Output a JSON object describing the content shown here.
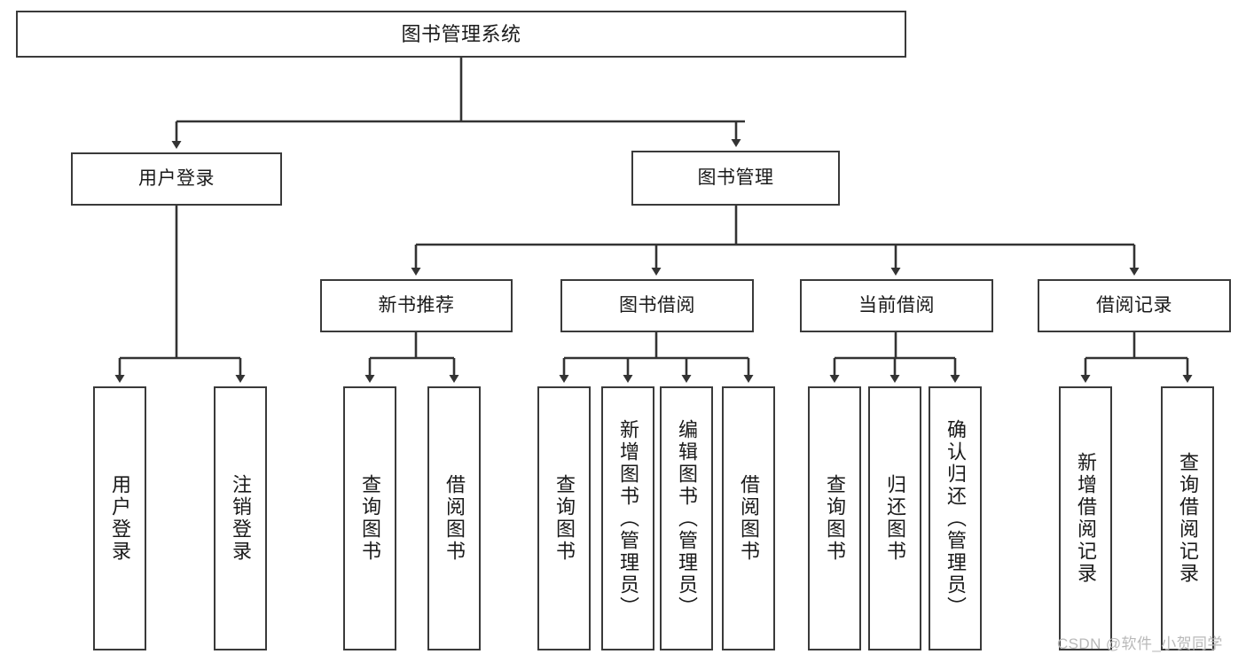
{
  "diagram": {
    "title": "图书管理系统",
    "type": "functional-structure-tree",
    "colors": {
      "node_border": "#3a3a3a",
      "node_fill": "#ffffff",
      "edge": "#333333",
      "text": "#1a1a1a",
      "watermark": "#b9b9b9",
      "background": "#ffffff"
    },
    "root": {
      "label": "图书管理系统"
    },
    "level2": [
      {
        "label": "用户登录"
      },
      {
        "label": "图书管理"
      }
    ],
    "level3": [
      {
        "label": "新书推荐"
      },
      {
        "label": "图书借阅"
      },
      {
        "label": "当前借阅"
      },
      {
        "label": "借阅记录"
      }
    ],
    "leaves": {
      "user_login": [
        {
          "label": "用户登录"
        },
        {
          "label": "注销登录"
        }
      ],
      "new_book_recommend": [
        {
          "label": "查询图书"
        },
        {
          "label": "借阅图书"
        }
      ],
      "book_borrow": [
        {
          "label": "查询图书"
        },
        {
          "label": "新增图书（管理员）"
        },
        {
          "label": "编辑图书（管理员）"
        },
        {
          "label": "借阅图书"
        }
      ],
      "current_borrow": [
        {
          "label": "查询图书"
        },
        {
          "label": "归还图书"
        },
        {
          "label": "确认归还（管理员）"
        }
      ],
      "borrow_record": [
        {
          "label": "新增借阅记录"
        },
        {
          "label": "查询借阅记录"
        }
      ]
    }
  },
  "watermark": {
    "text": "CSDN @软件_小贺同学"
  }
}
